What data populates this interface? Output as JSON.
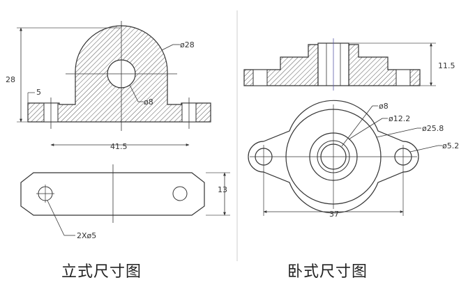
{
  "left_view": {
    "caption": "立式尺寸图",
    "dims": {
      "height": "28",
      "base_thickness": "5",
      "outer_diameter": "ø28",
      "bore": "ø8",
      "hole_spacing": "41.5",
      "plate_height": "13",
      "holes": "2Xø5"
    }
  },
  "right_view": {
    "caption": "卧式尺寸图",
    "dims": {
      "height": "11.5",
      "bore": "ø8",
      "inner_diameter": "ø12.2",
      "boss_diameter": "ø25.8",
      "hole_diameter": "ø5.2",
      "hole_spacing": "37"
    }
  }
}
